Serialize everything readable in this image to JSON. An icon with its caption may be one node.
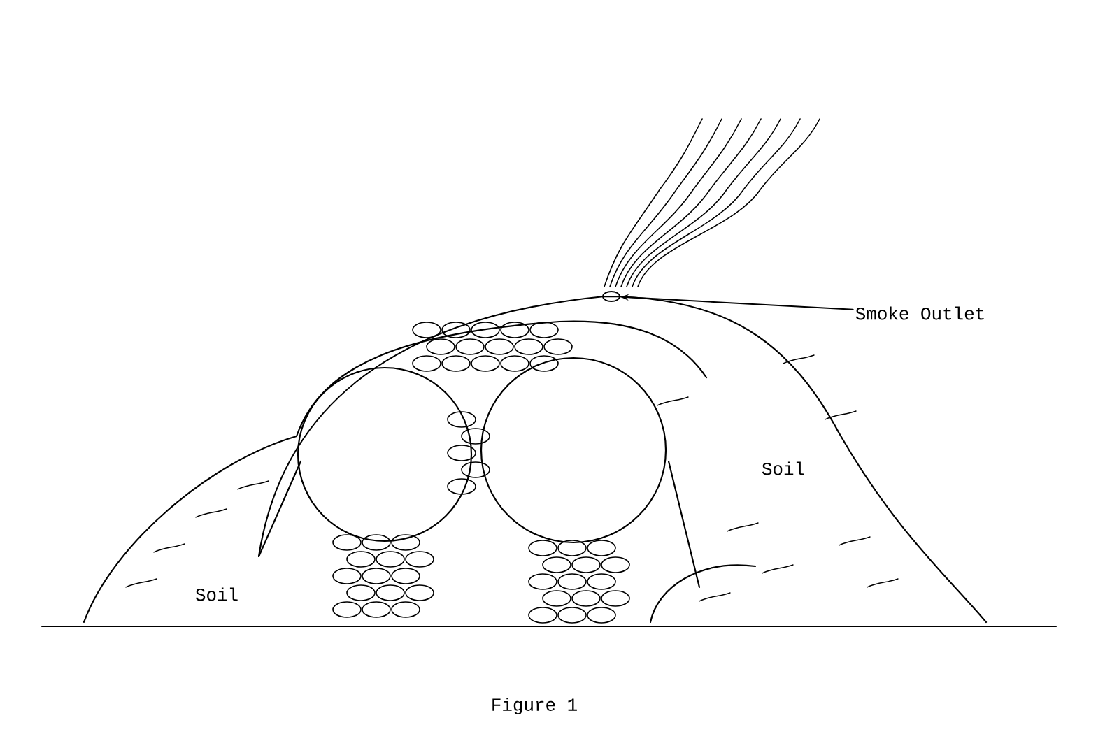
{
  "diagram": {
    "caption": "Figure 1",
    "nodes": [
      {
        "text": [
          "Smoke Outlet"
        ]
      },
      {
        "text": [],
        "shape": "circle"
      }
    ],
    "edges": [
      {
        "from": 0,
        "to": 1,
        "arrow": "to"
      }
    ],
    "labels": [
      "Soil",
      "Soil"
    ]
  }
}
